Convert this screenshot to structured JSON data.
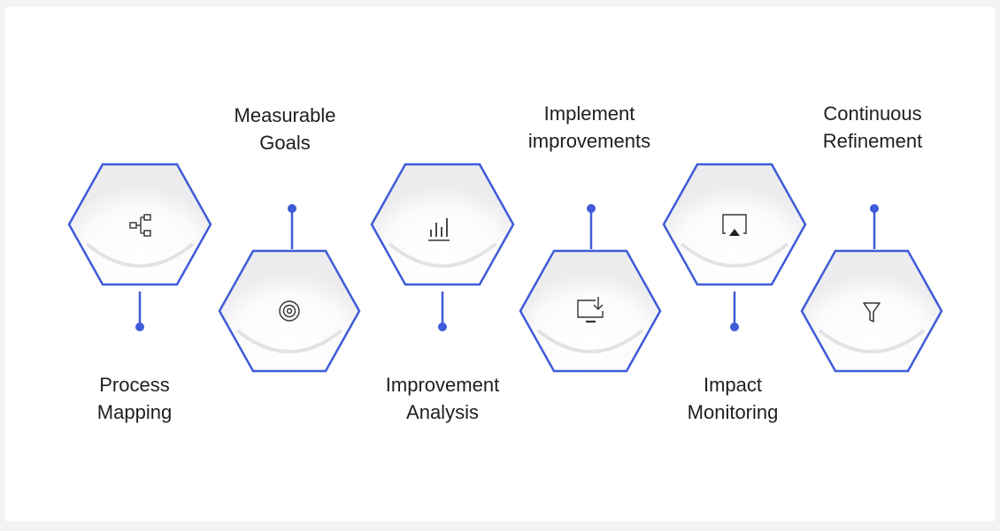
{
  "steps": [
    {
      "id": "process-mapping",
      "label_line1": "Process",
      "label_line2": "Mapping",
      "icon": "process-flow-icon"
    },
    {
      "id": "measurable-goals",
      "label_line1": "Measurable",
      "label_line2": "Goals",
      "icon": "target-icon"
    },
    {
      "id": "improvement-analysis",
      "label_line1": "Improvement",
      "label_line2": "Analysis",
      "icon": "bar-chart-icon"
    },
    {
      "id": "implement-improvements",
      "label_line1": "Implement",
      "label_line2": "improvements",
      "icon": "monitor-download-icon"
    },
    {
      "id": "impact-monitoring",
      "label_line1": "Impact",
      "label_line2": "Monitoring",
      "icon": "screen-cast-icon"
    },
    {
      "id": "continuous-refinement",
      "label_line1": "Continuous",
      "label_line2": "Refinement",
      "icon": "filter-icon"
    }
  ],
  "colors": {
    "accent": "#3f5bd9",
    "hex_fill": "#ffffff",
    "hex_shadow": "#e4e4e6",
    "icon": "#333333",
    "text": "#1e1e1e"
  }
}
